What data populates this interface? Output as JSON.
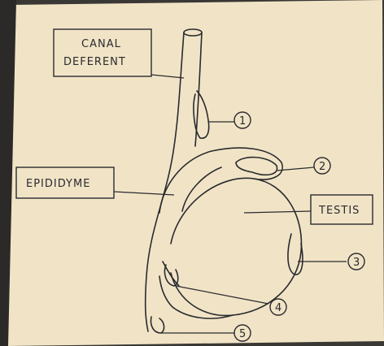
{
  "diagram": {
    "labels": {
      "canal_line1": "CANAL",
      "canal_line2": "DEFERENT",
      "epididyme": "EPIDIDYME",
      "testis": "TESTIS"
    },
    "callouts": [
      "1",
      "2",
      "3",
      "4",
      "5"
    ],
    "colors": {
      "paper": "#f1e4c6",
      "ink": "#2a2a30",
      "background": "#3a3835"
    }
  }
}
